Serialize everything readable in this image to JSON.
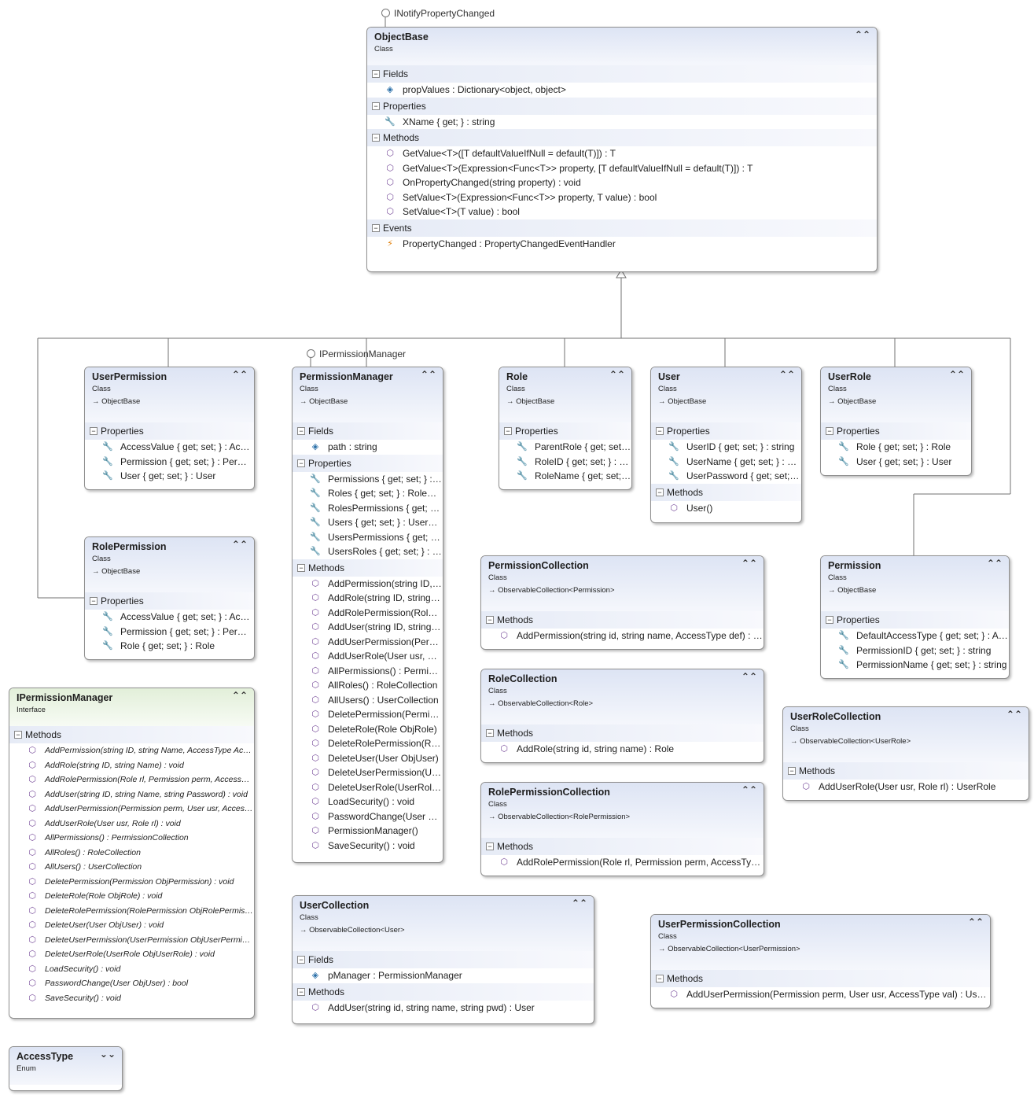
{
  "interfaces_lollipops": [
    {
      "id": "inotify",
      "label": "INotifyPropertyChanged"
    },
    {
      "id": "ipm",
      "label": "IPermissionManager"
    }
  ],
  "boxes": [
    {
      "id": "objectbase",
      "title": "ObjectBase",
      "stereotype": "Class",
      "base": "",
      "sections": [
        {
          "name": "Fields",
          "members": [
            {
              "icon": "field",
              "text": "propValues : Dictionary<object, object>"
            }
          ]
        },
        {
          "name": "Properties",
          "members": [
            {
              "icon": "property",
              "text": "XName { get; } : string"
            }
          ]
        },
        {
          "name": "Methods",
          "members": [
            {
              "icon": "method",
              "text": "GetValue<T>([T defaultValueIfNull = default(T)]) : T"
            },
            {
              "icon": "method",
              "text": "GetValue<T>(Expression<Func<T>> property, [T defaultValueIfNull = default(T)]) : T"
            },
            {
              "icon": "method",
              "text": "OnPropertyChanged(string property) : void"
            },
            {
              "icon": "method",
              "text": "SetValue<T>(Expression<Func<T>> property, T value) : bool"
            },
            {
              "icon": "method",
              "text": "SetValue<T>(T value) : bool"
            }
          ]
        },
        {
          "name": "Events",
          "members": [
            {
              "icon": "event",
              "text": "PropertyChanged : PropertyChangedEventHandler"
            }
          ]
        }
      ]
    },
    {
      "id": "userpermission",
      "title": "UserPermission",
      "stereotype": "Class",
      "base": "→ ObjectBase",
      "sections": [
        {
          "name": "Properties",
          "members": [
            {
              "icon": "property",
              "text": "AccessValue { get; set; } : AccessType"
            },
            {
              "icon": "property",
              "text": "Permission { get; set; } : Permission"
            },
            {
              "icon": "property",
              "text": "User { get; set; } : User"
            }
          ]
        }
      ]
    },
    {
      "id": "rolepermission",
      "title": "RolePermission",
      "stereotype": "Class",
      "base": "→ ObjectBase",
      "sections": [
        {
          "name": "Properties",
          "members": [
            {
              "icon": "property",
              "text": "AccessValue { get; set; } : AccessType"
            },
            {
              "icon": "property",
              "text": "Permission { get; set; } : Permission"
            },
            {
              "icon": "property",
              "text": "Role { get; set; } : Role"
            }
          ]
        }
      ]
    },
    {
      "id": "permissionmanager",
      "title": "PermissionManager",
      "stereotype": "Class",
      "base": "→ ObjectBase",
      "sections": [
        {
          "name": "Fields",
          "members": [
            {
              "icon": "field",
              "text": "path : string"
            }
          ]
        },
        {
          "name": "Properties",
          "members": [
            {
              "icon": "property",
              "text": "Permissions { get; set; } : PermissionCollection"
            },
            {
              "icon": "property",
              "text": "Roles { get; set; } : RoleCollection"
            },
            {
              "icon": "property",
              "text": "RolesPermissions { get; set; } : RolePermissionCollection"
            },
            {
              "icon": "property",
              "text": "Users { get; set; } : UserCollection"
            },
            {
              "icon": "property",
              "text": "UsersPermissions { get; set; } : UserPermissionCollection"
            },
            {
              "icon": "property",
              "text": "UsersRoles { get; set; } : UserRoleCollection"
            }
          ]
        },
        {
          "name": "Methods",
          "members": [
            {
              "icon": "method",
              "text": "AddPermission(string ID, string Name, AccessType Access)"
            },
            {
              "icon": "method",
              "text": "AddRole(string ID, string Name)"
            },
            {
              "icon": "method",
              "text": "AddRolePermission(Role rl, Permission perm)"
            },
            {
              "icon": "method",
              "text": "AddUser(string ID, string Name, string Password)"
            },
            {
              "icon": "method",
              "text": "AddUserPermission(Permission perm, User usr)"
            },
            {
              "icon": "method",
              "text": "AddUserRole(User usr, Role rl)"
            },
            {
              "icon": "method",
              "text": "AllPermissions() : PermissionCollection"
            },
            {
              "icon": "method",
              "text": "AllRoles() : RoleCollection"
            },
            {
              "icon": "method",
              "text": "AllUsers() : UserCollection"
            },
            {
              "icon": "method",
              "text": "DeletePermission(Permission ObjPermission)"
            },
            {
              "icon": "method",
              "text": "DeleteRole(Role ObjRole)"
            },
            {
              "icon": "method",
              "text": "DeleteRolePermission(RolePermission ObjRolePermission)"
            },
            {
              "icon": "method",
              "text": "DeleteUser(User ObjUser)"
            },
            {
              "icon": "method",
              "text": "DeleteUserPermission(UserPermission ObjUserPermission)"
            },
            {
              "icon": "method",
              "text": "DeleteUserRole(UserRole ObjUserRole)"
            },
            {
              "icon": "method",
              "text": "LoadSecurity() : void"
            },
            {
              "icon": "method",
              "text": "PasswordChange(User ObjUser)"
            },
            {
              "icon": "method",
              "text": "PermissionManager()"
            },
            {
              "icon": "method",
              "text": "SaveSecurity() : void"
            }
          ]
        }
      ]
    },
    {
      "id": "role",
      "title": "Role",
      "stereotype": "Class",
      "base": "→ ObjectBase",
      "sections": [
        {
          "name": "Properties",
          "members": [
            {
              "icon": "property",
              "text": "ParentRole { get; set; } : Role"
            },
            {
              "icon": "property",
              "text": "RoleID { get; set; } : string"
            },
            {
              "icon": "property",
              "text": "RoleName { get; set; } : string"
            }
          ]
        }
      ]
    },
    {
      "id": "user",
      "title": "User",
      "stereotype": "Class",
      "base": "→ ObjectBase",
      "sections": [
        {
          "name": "Properties",
          "members": [
            {
              "icon": "property",
              "text": "UserID { get; set; } : string"
            },
            {
              "icon": "property",
              "text": "UserName { get; set; } : string"
            },
            {
              "icon": "property",
              "text": "UserPassword { get; set; } : string"
            }
          ]
        },
        {
          "name": "Methods",
          "members": [
            {
              "icon": "method",
              "text": "User()"
            }
          ]
        }
      ]
    },
    {
      "id": "userrole",
      "title": "UserRole",
      "stereotype": "Class",
      "base": "→ ObjectBase",
      "sections": [
        {
          "name": "Properties",
          "members": [
            {
              "icon": "property",
              "text": "Role { get; set; } : Role"
            },
            {
              "icon": "property",
              "text": "User { get; set; } : User"
            }
          ]
        }
      ]
    },
    {
      "id": "permissioncollection",
      "title": "PermissionCollection",
      "stereotype": "Class",
      "base": "→ ObservableCollection<Permission>",
      "sections": [
        {
          "name": "Methods",
          "members": [
            {
              "icon": "method",
              "text": "AddPermission(string id, string name, AccessType def) : Permission"
            }
          ]
        }
      ]
    },
    {
      "id": "permission",
      "title": "Permission",
      "stereotype": "Class",
      "base": "→ ObjectBase",
      "sections": [
        {
          "name": "Properties",
          "members": [
            {
              "icon": "property",
              "text": "DefaultAccessType { get; set; } : AccessType"
            },
            {
              "icon": "property",
              "text": "PermissionID { get; set; } : string"
            },
            {
              "icon": "property",
              "text": "PermissionName { get; set; } : string"
            }
          ]
        }
      ]
    },
    {
      "id": "rolecollection",
      "title": "RoleCollection",
      "stereotype": "Class",
      "base": "→ ObservableCollection<Role>",
      "sections": [
        {
          "name": "Methods",
          "members": [
            {
              "icon": "method",
              "text": "AddRole(string id, string name) : Role"
            }
          ]
        }
      ]
    },
    {
      "id": "userrolecollection",
      "title": "UserRoleCollection",
      "stereotype": "Class",
      "base": "→ ObservableCollection<UserRole>",
      "sections": [
        {
          "name": "Methods",
          "members": [
            {
              "icon": "method",
              "text": "AddUserRole(User usr, Role rl) : UserRole"
            }
          ]
        }
      ]
    },
    {
      "id": "rolepermissioncollection",
      "title": "RolePermissionCollection",
      "stereotype": "Class",
      "base": "→ ObservableCollection<RolePermission>",
      "sections": [
        {
          "name": "Methods",
          "members": [
            {
              "icon": "method",
              "text": "AddRolePermission(Role rl, Permission perm, AccessType val) : RolePermission"
            }
          ]
        }
      ]
    },
    {
      "id": "ipermissionmanager",
      "title": "IPermissionManager",
      "stereotype": "Interface",
      "base": "",
      "italic": true,
      "sections": [
        {
          "name": "Methods",
          "members": [
            {
              "icon": "method",
              "text": "AddPermission(string ID, string Name, AccessType Access) : void"
            },
            {
              "icon": "method",
              "text": "AddRole(string ID, string Name) : void"
            },
            {
              "icon": "method",
              "text": "AddRolePermission(Role rl, Permission perm, AccessType Access) : void"
            },
            {
              "icon": "method",
              "text": "AddUser(string ID, string Name, string Password) : void"
            },
            {
              "icon": "method",
              "text": "AddUserPermission(Permission perm, User usr, AccessType Access) : void"
            },
            {
              "icon": "method",
              "text": "AddUserRole(User usr, Role rl) : void"
            },
            {
              "icon": "method",
              "text": "AllPermissions() : PermissionCollection"
            },
            {
              "icon": "method",
              "text": "AllRoles() : RoleCollection"
            },
            {
              "icon": "method",
              "text": "AllUsers() : UserCollection"
            },
            {
              "icon": "method",
              "text": "DeletePermission(Permission ObjPermission) : void"
            },
            {
              "icon": "method",
              "text": "DeleteRole(Role ObjRole) : void"
            },
            {
              "icon": "method",
              "text": "DeleteRolePermission(RolePermission ObjRolePermission) : void"
            },
            {
              "icon": "method",
              "text": "DeleteUser(User ObjUser) : void"
            },
            {
              "icon": "method",
              "text": "DeleteUserPermission(UserPermission ObjUserPermission) : void"
            },
            {
              "icon": "method",
              "text": "DeleteUserRole(UserRole ObjUserRole) : void"
            },
            {
              "icon": "method",
              "text": "LoadSecurity() : void"
            },
            {
              "icon": "method",
              "text": "PasswordChange(User ObjUser) : bool"
            },
            {
              "icon": "method",
              "text": "SaveSecurity() : void"
            }
          ]
        }
      ]
    },
    {
      "id": "usercollection",
      "title": "UserCollection",
      "stereotype": "Class",
      "base": "→ ObservableCollection<User>",
      "sections": [
        {
          "name": "Fields",
          "members": [
            {
              "icon": "field",
              "text": "pManager : PermissionManager"
            }
          ]
        },
        {
          "name": "Methods",
          "members": [
            {
              "icon": "method",
              "text": "AddUser(string id, string name, string pwd) : User"
            }
          ]
        }
      ]
    },
    {
      "id": "userpermissioncollection",
      "title": "UserPermissionCollection",
      "stereotype": "Class",
      "base": "→ ObservableCollection<UserPermission>",
      "sections": [
        {
          "name": "Methods",
          "members": [
            {
              "icon": "method",
              "text": "AddUserPermission(Permission perm, User usr, AccessType val) : UserPermission"
            }
          ]
        }
      ]
    },
    {
      "id": "accesstype",
      "title": "AccessType",
      "stereotype": "Enum",
      "base": "",
      "collapsed": true,
      "sections": []
    }
  ],
  "icons": {
    "method": "⬡",
    "property": "🔧",
    "field": "◈",
    "event": "⚡",
    "collapse": "⌃⌃",
    "expand": "⌄⌄"
  },
  "colors": {
    "class_header": "#dde4f4",
    "interface_header": "#e2efd9",
    "section_band": "#e6ebf6",
    "border": "#8f8f8f",
    "connector": "#707070"
  }
}
